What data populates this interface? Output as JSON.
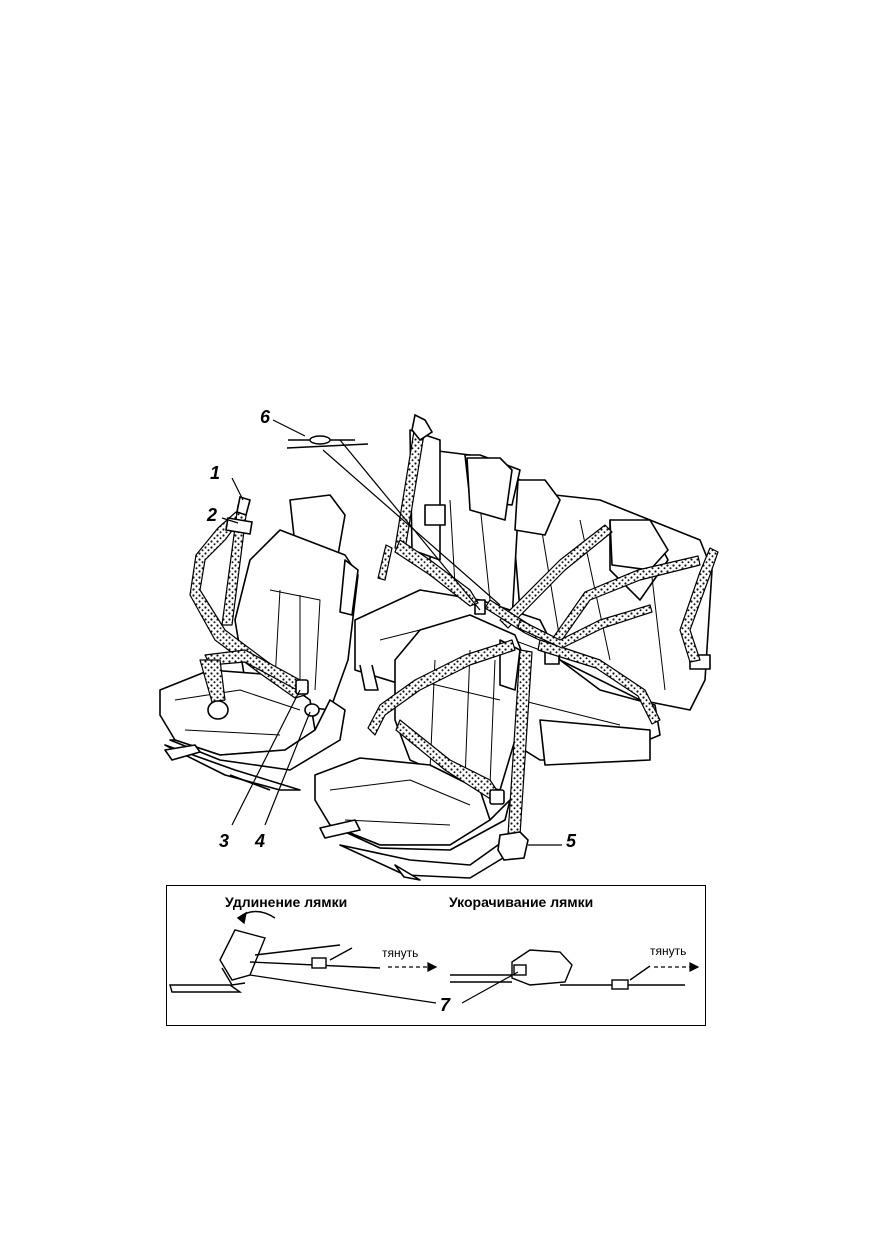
{
  "callouts": {
    "c1": "1",
    "c2": "2",
    "c3": "3",
    "c4": "4",
    "c5": "5",
    "c6": "6",
    "c7": "7"
  },
  "inset": {
    "lengthen_title": "Удлинение лямки",
    "shorten_title": "Укорачивание лямки",
    "pull_left": "тянуть",
    "pull_right": "тянуть"
  },
  "colors": {
    "ink": "#000000",
    "belt_fill": "#8a8a8a",
    "paper": "#ffffff"
  }
}
